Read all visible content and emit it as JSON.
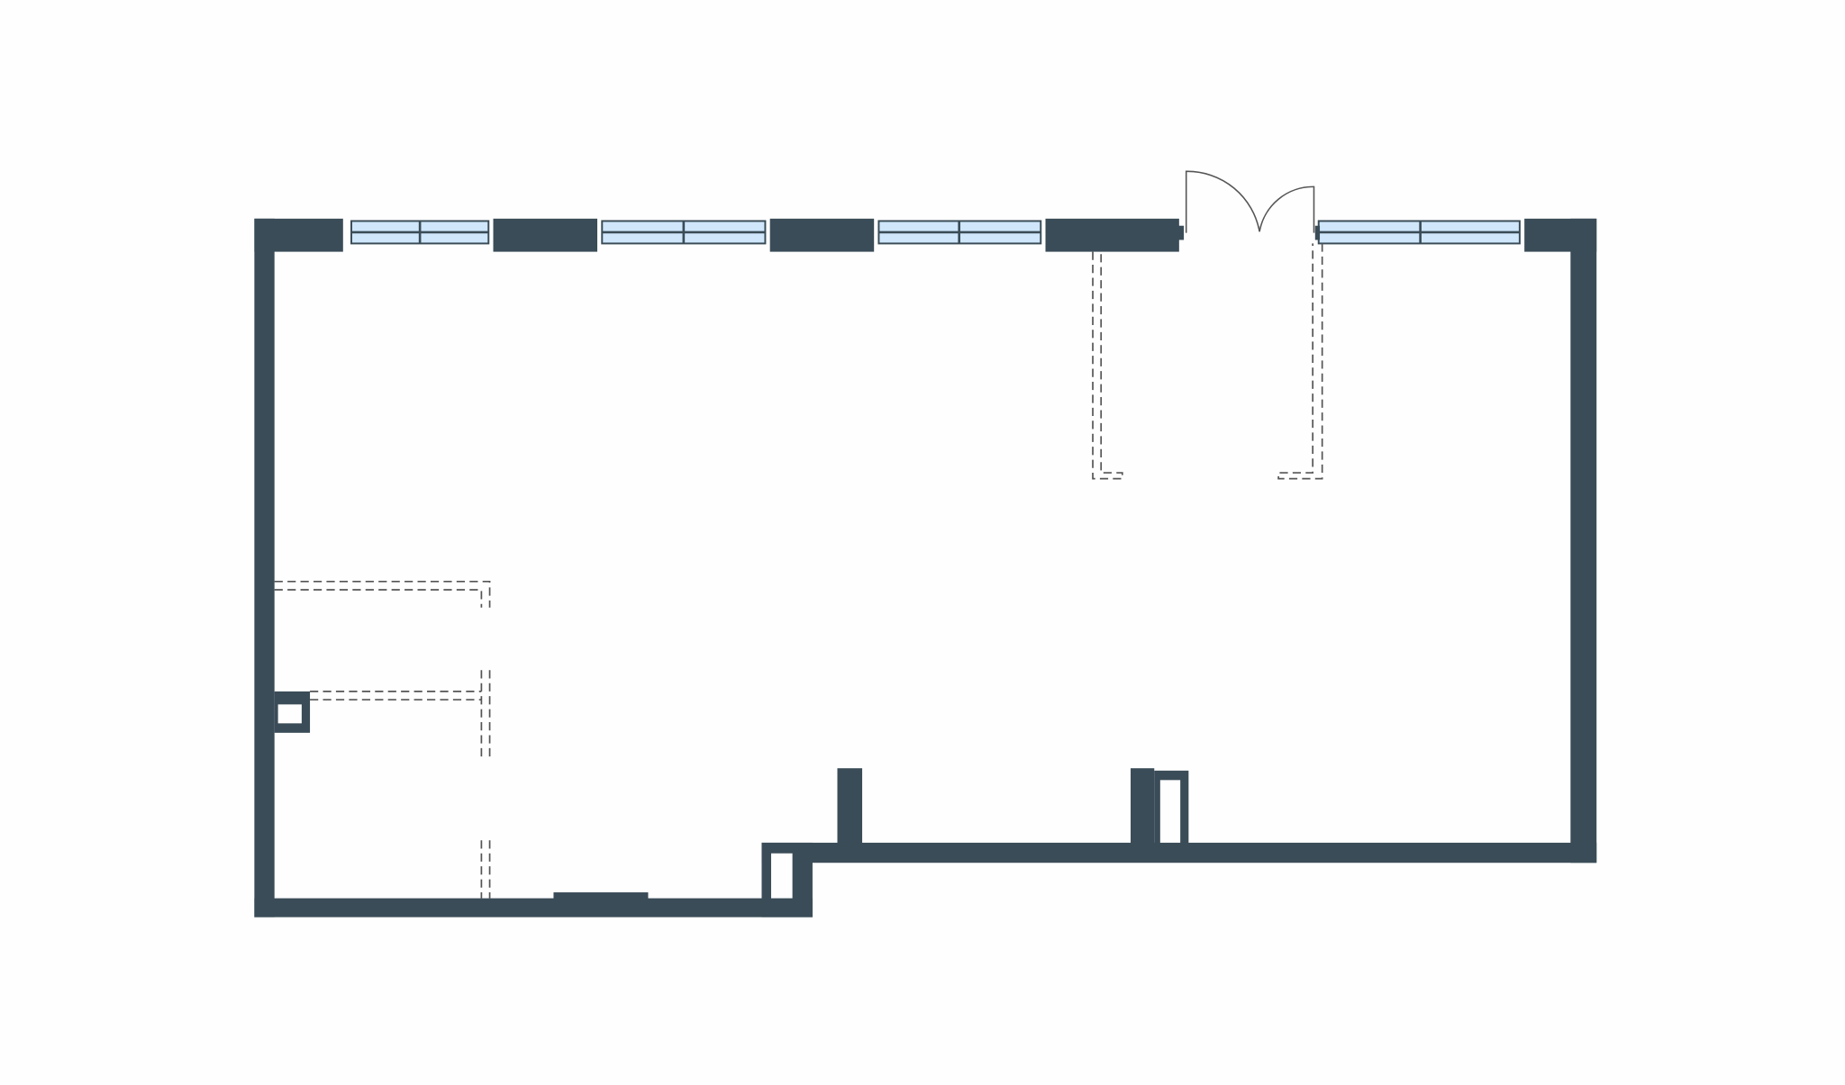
{
  "plan": {
    "title": "",
    "colors": {
      "wall": "#3a4c57",
      "window": "#cfe6fb",
      "background": "#fefefe"
    },
    "elements": [
      "outer-walls",
      "windows",
      "double-door",
      "dashed-partitions",
      "columns"
    ]
  }
}
